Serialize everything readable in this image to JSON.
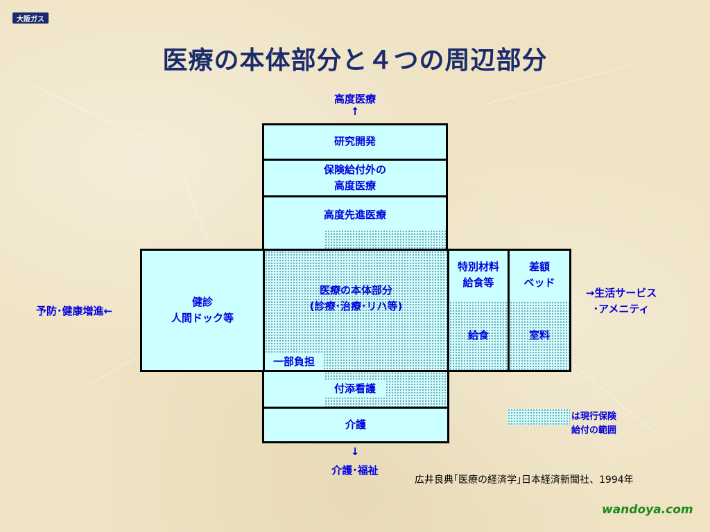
{
  "logo_text": "大阪ガス",
  "title": "医療の本体部分と４つの周辺部分",
  "top_label": "高度医療",
  "up_arrow": "↑",
  "down_arrow": "↓",
  "bottom_label": "介護･福祉",
  "left_label": "予防･健康増進←",
  "right_label_1": "→生活サービス",
  "right_label_2": "･アメニティ",
  "boxes": {
    "research": "研究開発",
    "insurance_ext_1": "保険給付外の",
    "insurance_ext_2": "高度医療",
    "advanced": "高度先進医療",
    "checkup_1": "健診",
    "checkup_2": "人間ドック等",
    "core_1": "医療の本体部分",
    "core_2": "(診療･治療･リハ等)",
    "copay": "一部負担",
    "special_1": "特別材料",
    "special_2": "給食等",
    "meal": "給食",
    "bed_1": "差額",
    "bed_2": "ベッド",
    "room": "室料",
    "nursing": "付添看護",
    "care": "介護"
  },
  "legend_1": "は現行保険",
  "legend_2": "給付の範囲",
  "credit": "広井良典｢医療の経済学｣日本経済新聞社、1994年",
  "watermark": "wandoya.com"
}
